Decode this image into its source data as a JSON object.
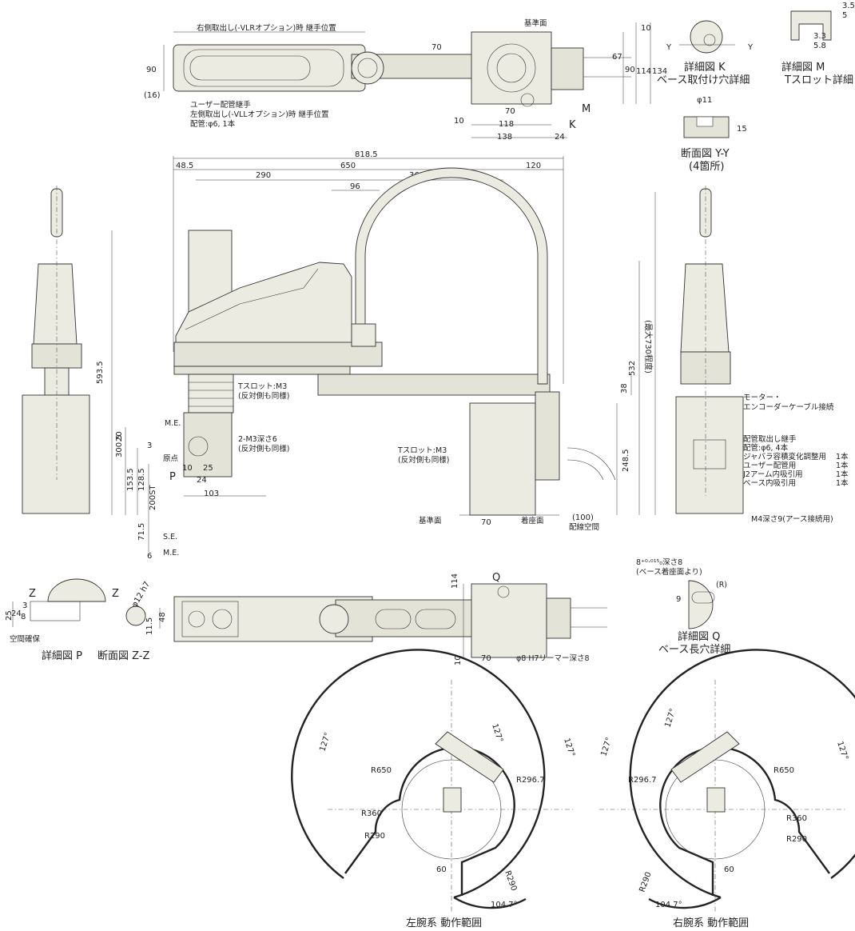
{
  "top_view": {
    "note_right_outlet": "右側取出し(-VLRオプション)時 継手位置",
    "note_user_joint": "ユーザー配管継手",
    "note_left_outlet": "左側取出し(-VLLオプション)時 継手位置",
    "note_piping": "配管:φ6, 1本",
    "ref_surface": "基準面",
    "dims": [
      "70",
      "90",
      "(16)",
      "10",
      "67",
      "90",
      "114",
      "134",
      "10",
      "70",
      "118",
      "138",
      "24"
    ],
    "labels": [
      "M",
      "K"
    ]
  },
  "detail_k": {
    "caption_1": "詳細図 K",
    "caption_2": "ベース取付け穴詳細",
    "y_left": "Y",
    "y_right": "Y"
  },
  "detail_m": {
    "caption_1": "詳細図 M",
    "caption_2": "Tスロット詳細",
    "dims": [
      "3.5",
      "5",
      "3.3",
      "5.8"
    ]
  },
  "section_yy": {
    "caption_1": "断面図 Y-Y",
    "caption_2": "(4箇所)",
    "dims": [
      "φ11",
      "15"
    ]
  },
  "front_view": {
    "top_dims": [
      "818.5",
      "48.5",
      "650",
      "290",
      "360",
      "120",
      "96"
    ],
    "left_dims": [
      "593.5",
      "300.5",
      "20",
      "153.5",
      "128.5",
      "200ST",
      "71.5",
      "3",
      "6"
    ],
    "right_dims": [
      "(最大730程度)",
      "532",
      "38",
      "248.5"
    ],
    "small_dims": [
      "10",
      "25",
      "24",
      "103"
    ],
    "tslot_note_1": "Tスロット:M3",
    "tslot_note_1b": "(反対側も同様)",
    "tslot_note_2": "Tスロット:M3",
    "tslot_note_2b": "(反対側も同様)",
    "tap_note": "2-M3深さ6",
    "tap_note_b": "(反対側も同様)",
    "me": "M.E.",
    "se": "S.E.",
    "me2": "M.E.",
    "origin": "原点",
    "p": "P",
    "ref_surface": "基準面",
    "seat_surface": "着座面",
    "base_w": "70",
    "wiring_space": "(100)",
    "wiring_space_label": "配線空間"
  },
  "side_view": {
    "motor_note_1": "モーター・",
    "motor_note_2": "エンコーダーケーブル接続",
    "piping_lines": [
      {
        "name": "配管取出し継手",
        "qty": ""
      },
      {
        "name": "配管:φ6, 4本",
        "qty": ""
      },
      {
        "name": "ジャバラ容積変化調整用",
        "qty": "1本"
      },
      {
        "name": "ユーザー配管用",
        "qty": "1本"
      },
      {
        "name": "J2アーム内吸引用",
        "qty": "1本"
      },
      {
        "name": "ベース内吸引用",
        "qty": "1本"
      }
    ],
    "earth_note": "M4深さ9(アース接続用)"
  },
  "detail_p": {
    "caption": "詳細図 P",
    "clearance": "空間確保",
    "z_left": "Z",
    "z_right": "Z",
    "dims": [
      "25",
      "24",
      "8",
      "3"
    ]
  },
  "section_zz": {
    "caption": "断面図 Z-Z",
    "dim": "φ12 h7"
  },
  "bottom_view": {
    "dims": [
      "114",
      "48",
      "11.5",
      "10",
      "70"
    ],
    "q": "Q",
    "reamer_note": "φ8 H7リーマー深さ8"
  },
  "detail_q": {
    "note_1": "8⁺⁰·⁰¹⁵₀深さ8",
    "note_2": "(ベース着座面より)",
    "r": "(R)",
    "dim": "9",
    "caption_1": "詳細図 Q",
    "caption_2": "ベース長穴詳細"
  },
  "range_left": {
    "caption": "左腕系 動作範囲",
    "labels": [
      "127°",
      "127°",
      "127°",
      "R650",
      "R296.7",
      "R360",
      "R290",
      "R290",
      "60",
      "104.7°"
    ]
  },
  "range_right": {
    "caption": "右腕系 動作範囲",
    "labels": [
      "127°",
      "127°",
      "127°",
      "R650",
      "R296.7",
      "R360",
      "R290",
      "R290",
      "60",
      "104.7°"
    ]
  }
}
